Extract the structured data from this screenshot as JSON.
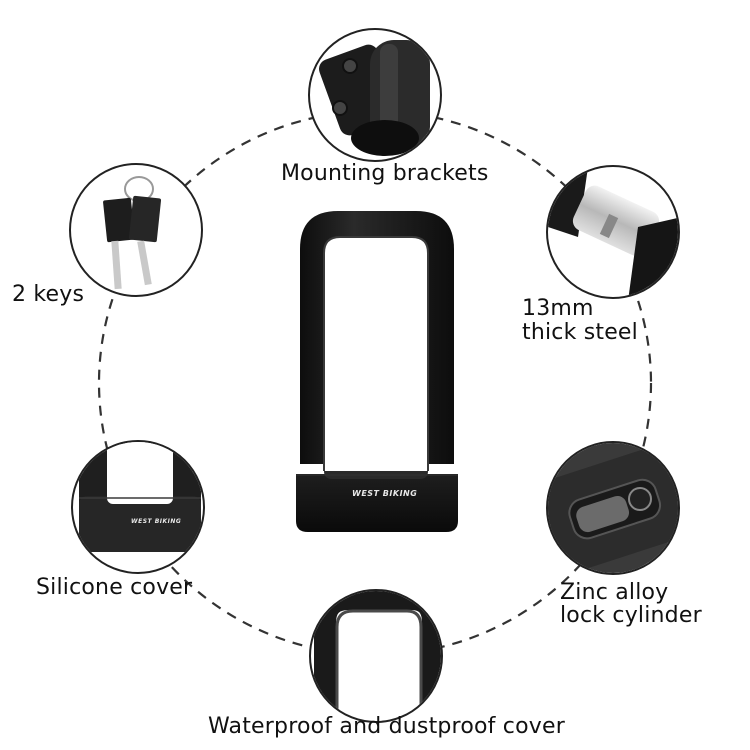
{
  "product": {
    "brand_text": "WEST BIKING",
    "type": "U-lock",
    "color": "#111111"
  },
  "callouts": [
    {
      "id": "mounting-brackets",
      "label": "Mounting brackets",
      "position": "top"
    },
    {
      "id": "keys",
      "label": "2 keys",
      "position": "upper-left"
    },
    {
      "id": "steel",
      "label_line1": "13mm",
      "label_line2": "thick steel",
      "position": "upper-right"
    },
    {
      "id": "silicone-cover",
      "label": "Silicone cover",
      "position": "lower-left"
    },
    {
      "id": "lock-cylinder",
      "label_line1": "Zinc alloy",
      "label_line2": "lock cylinder",
      "position": "lower-right"
    },
    {
      "id": "waterproof-cover",
      "label": "Waterproof and dustproof cover",
      "position": "bottom"
    }
  ],
  "colors": {
    "background": "#ffffff",
    "ring_stroke": "#333333",
    "text": "#111111",
    "lock_body": "#141414",
    "steel": "#c8c8c8"
  }
}
